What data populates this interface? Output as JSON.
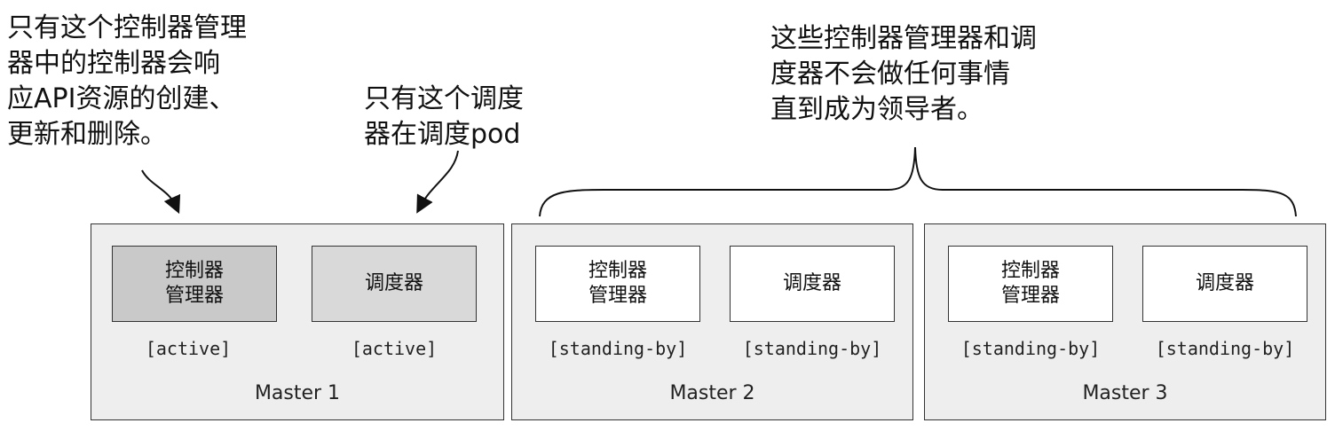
{
  "annotations": {
    "left": [
      "只有这个控制器管理",
      "器中的控制器会响",
      "应API资源的创建、",
      "更新和删除。"
    ],
    "middle": [
      "只有这个调度",
      "器在调度pod"
    ],
    "right": [
      "这些控制器管理器和调",
      "度器不会做任何事情",
      "直到成为领导者。"
    ]
  },
  "masters": [
    {
      "name": "Master 1",
      "controller_manager": {
        "line1": "控制器",
        "line2": "管理器",
        "state": "[active]"
      },
      "scheduler": {
        "label": "调度器",
        "state": "[active]"
      }
    },
    {
      "name": "Master 2",
      "controller_manager": {
        "line1": "控制器",
        "line2": "管理器",
        "state": "[standing-by]"
      },
      "scheduler": {
        "label": "调度器",
        "state": "[standing-by]"
      }
    },
    {
      "name": "Master 3",
      "controller_manager": {
        "line1": "控制器",
        "line2": "管理器",
        "state": "[standing-by]"
      },
      "scheduler": {
        "label": "调度器",
        "state": "[standing-by]"
      }
    }
  ],
  "colors": {
    "active_controller_fill": "#c9c9c9",
    "active_scheduler_fill": "#d9d9d9",
    "standby_fill": "#ffffff",
    "master_fill": "#eeeeee"
  }
}
